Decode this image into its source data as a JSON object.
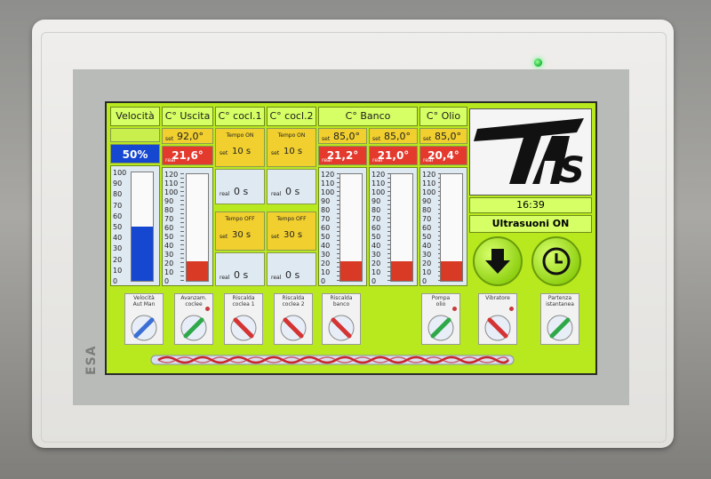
{
  "columns": {
    "velocita": {
      "header": "Velocità",
      "percent": "50%",
      "level": 0.5
    },
    "uscita": {
      "header": "C° Uscita",
      "set_label": "set",
      "set": "92,0°",
      "real_label": "real",
      "real": "21,6°",
      "level": 0.18
    },
    "cocl1": {
      "header": "C° cocl.1"
    },
    "cocl2": {
      "header": "C° cocl.2"
    },
    "banco": {
      "header": "C° Banco",
      "set_label": "set",
      "real_label": "real",
      "set1": "85,0°",
      "real1": "21,2°",
      "level1": 0.18,
      "set2": "85,0°",
      "real2": "21,0°",
      "level2": 0.18
    },
    "olio": {
      "header": "C° Olio",
      "set_label": "set",
      "set": "85,0°",
      "real_label": "real",
      "real": "20,4°",
      "level": 0.18
    }
  },
  "scale_ticks": [
    "120",
    "110",
    "100",
    "90",
    "80",
    "70",
    "60",
    "50",
    "40",
    "30",
    "20",
    "10",
    "0"
  ],
  "scale_ticks_velocita": [
    "100",
    "90",
    "80",
    "70",
    "60",
    "50",
    "40",
    "30",
    "20",
    "10",
    "0"
  ],
  "timers": {
    "on_label": "Tempo ON",
    "off_label": "Tempo OFF",
    "set_label": "set",
    "real_label": "real",
    "cocl1_on_set": "10 s",
    "cocl1_on_real": "0 s",
    "cocl1_off_set": "30 s",
    "cocl1_off_real": "0 s",
    "cocl2_on_set": "10 s",
    "cocl2_on_real": "0 s",
    "cocl2_off_set": "30 s",
    "cocl2_off_real": "0 s"
  },
  "clock": "16:39",
  "status": "Ultrasuoni ON",
  "logo_text": "TAS",
  "brand": "ESA",
  "selectors": [
    {
      "label": "Velocità",
      "sub": "Aut   Man"
    },
    {
      "label": "Avanzam.",
      "sub": "coclee"
    },
    {
      "label": "Riscalda",
      "sub": "coclea 1"
    },
    {
      "label": "Riscalda",
      "sub": "coclea 2"
    },
    {
      "label": "Riscalda",
      "sub": "banco"
    },
    {
      "label": "Pompa",
      "sub": "olio"
    },
    {
      "label": "Vibratore",
      "sub": ""
    },
    {
      "label": "Partenza",
      "sub": "istantanea"
    }
  ],
  "colors": {
    "screen_bg": "#b8e81e",
    "set_bg": "#f1cf2e",
    "real_bg": "#e43a2e",
    "level_fill": "#d93a26",
    "speed_fill": "#1547d0"
  }
}
